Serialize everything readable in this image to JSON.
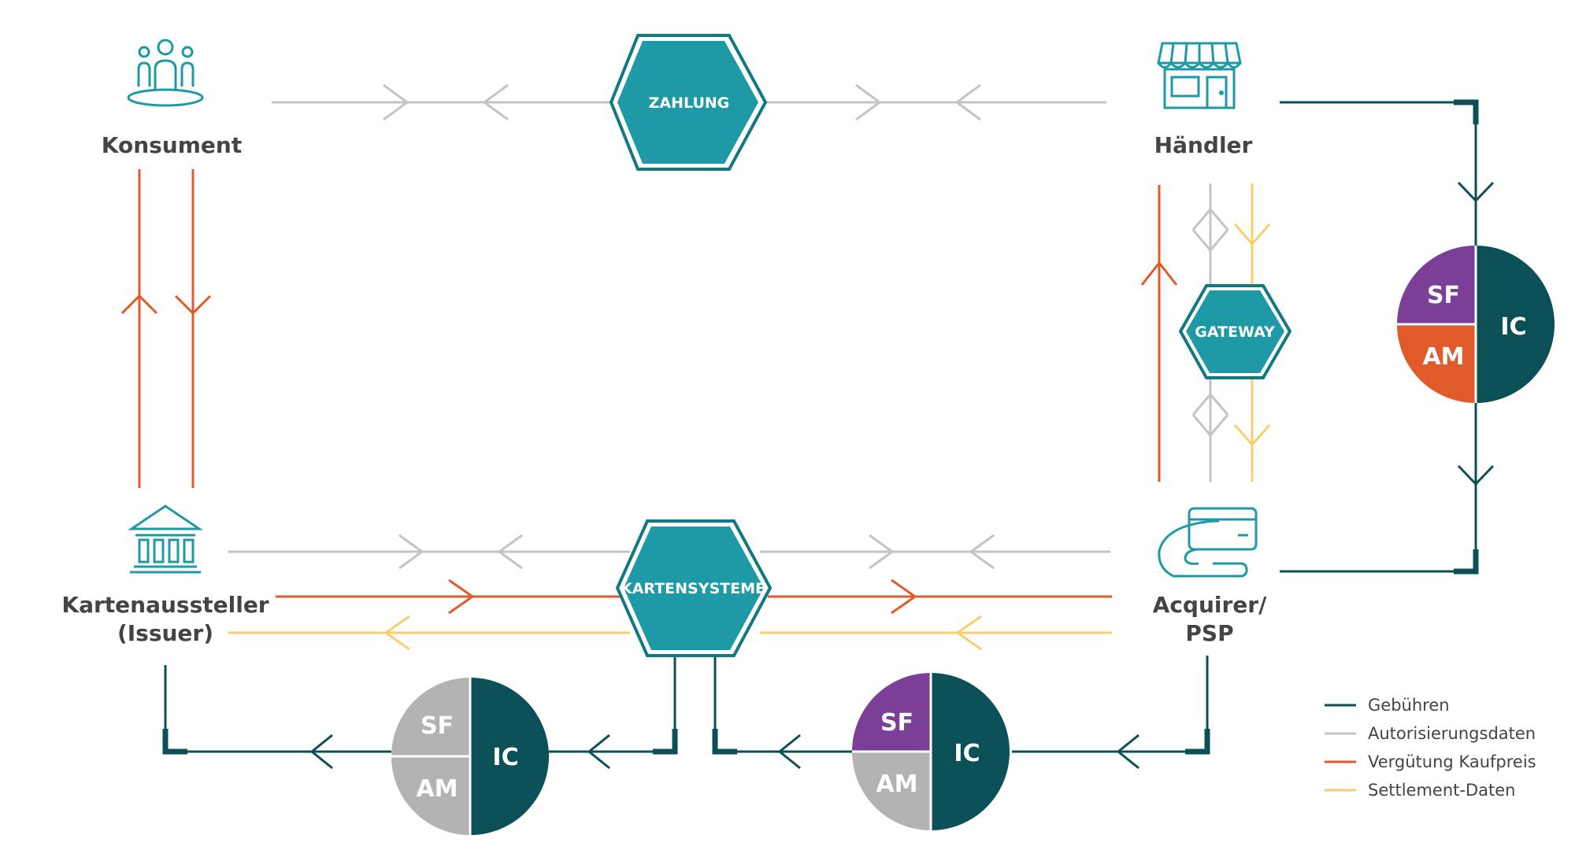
{
  "actors": {
    "consumer": "Konsument",
    "merchant": "Händler",
    "issuer_line1": "Kartenaussteller",
    "issuer_line2": "(Issuer)",
    "acquirer_line1": "Acquirer/",
    "acquirer_line2": "PSP"
  },
  "hubs": {
    "payment": "ZAHLUNG",
    "gateway": "GATEWAY",
    "card_schemes": "KARTENSYSTEME"
  },
  "fee_pies": [
    {
      "sf": "SF",
      "am": "AM",
      "ic": "IC",
      "sf_color": "#7b3f98",
      "am_color": "#e05a2a",
      "ic_color": "#0b5057"
    },
    {
      "sf": "SF",
      "am": "AM",
      "ic": "IC",
      "sf_color": "#b3b3b3",
      "am_color": "#b3b3b3",
      "ic_color": "#0b5057"
    },
    {
      "sf": "SF",
      "am": "AM",
      "ic": "IC",
      "sf_color": "#7b3f98",
      "am_color": "#b3b3b3",
      "ic_color": "#0b5057"
    }
  ],
  "legend": [
    {
      "label": "Gebühren",
      "color": "#0b5057"
    },
    {
      "label": "Autorisierungsdaten",
      "color": "#c4c4c4"
    },
    {
      "label": "Vergütung Kaufpreis",
      "color": "#e05a2a"
    },
    {
      "label": "Settlement-Daten",
      "color": "#f7cf6e"
    }
  ],
  "colors": {
    "teal": "#1d9aa6",
    "teal_dark": "#117982",
    "fees": "#0b5057",
    "auth": "#c4c4c4",
    "payment": "#e05a2a",
    "settlement": "#f7cf6e"
  },
  "icons": {
    "consumer": "people-group-icon",
    "merchant": "storefront-icon",
    "issuer": "bank-building-icon",
    "acquirer": "card-in-hand-icon"
  }
}
